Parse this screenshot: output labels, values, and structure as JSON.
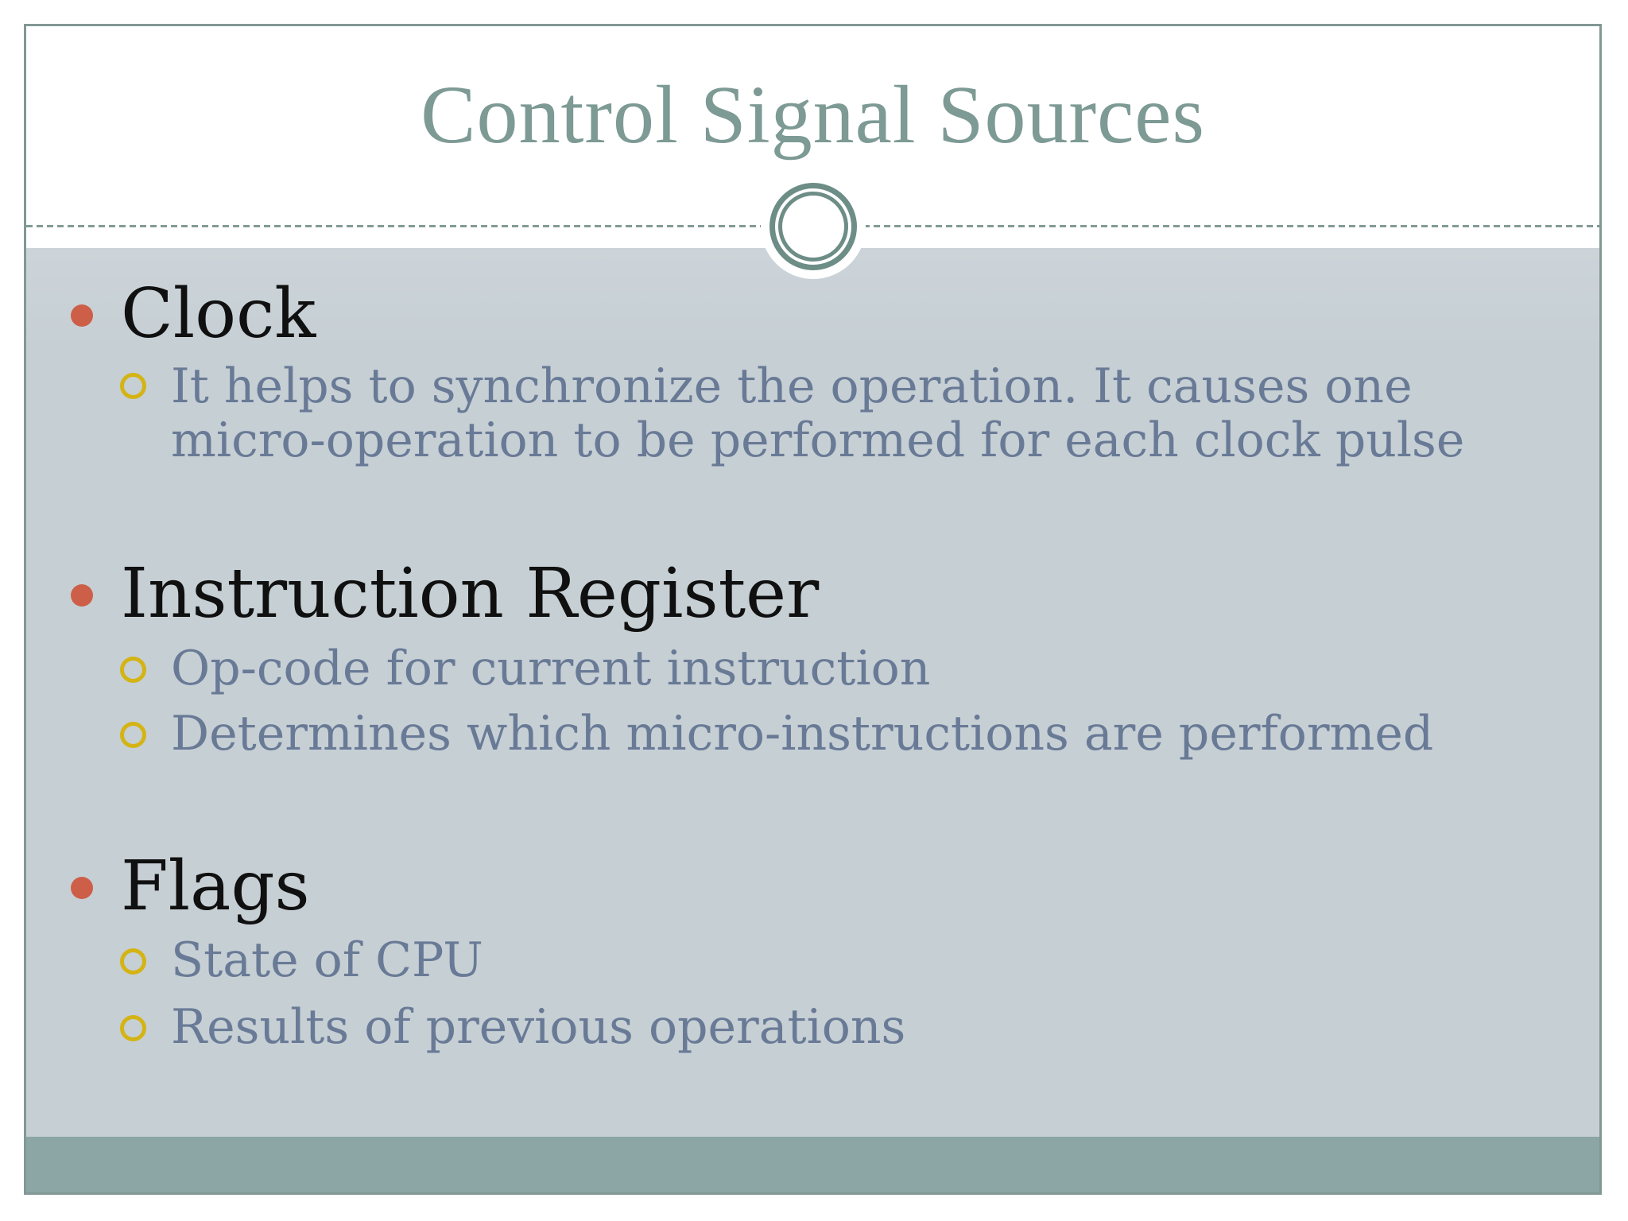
{
  "slide": {
    "title": "Control Signal Sources",
    "sections": [
      {
        "heading": "Clock",
        "items": [
          "It helps to synchronize the operation. It causes one micro-operation to be performed for each clock pulse"
        ]
      },
      {
        "heading": "Instruction Register",
        "items": [
          "Op-code for current instruction",
          "Determines which micro-instructions are performed"
        ]
      },
      {
        "heading": "Flags",
        "items": [
          "State of CPU",
          "Results of previous operations"
        ]
      }
    ],
    "colors": {
      "title_text": "#7d9a94",
      "heading_text": "#101010",
      "body_text": "#697a96",
      "body_bg": "#c6cfd4",
      "footer_strip": "#8ba6a4",
      "slide_border": "#829895",
      "divider": "#829b95",
      "ornament_ring": "#6d8d87",
      "bullet_level1": "#cd5f48",
      "bullet_level2": "#d4b414"
    }
  }
}
